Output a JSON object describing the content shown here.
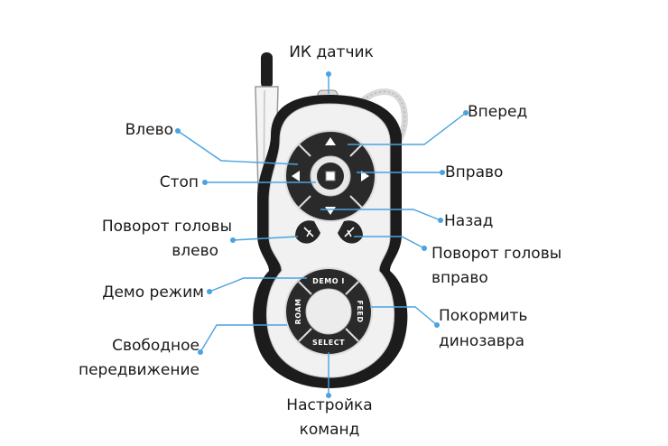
{
  "labels": {
    "ir_sensor": "ИК датчик",
    "left": "Влево",
    "forward": "Вперед",
    "stop": "Стоп",
    "right": "Вправо",
    "back": "Назад",
    "head_left_1": "Поворот головы",
    "head_left_2": "влево",
    "head_right_1": "Поворот головы",
    "head_right_2": "вправо",
    "demo_mode": "Демо режим",
    "feed_1": "Покормить",
    "feed_2": "динозавра",
    "free_move_1": "Свободное",
    "free_move_2": "передвижение",
    "setup_1": "Настройка",
    "setup_2": "команд"
  },
  "buttons": {
    "demo": "DEMO I",
    "roam": "ROAM",
    "feed": "FEED",
    "select": "SELECT"
  },
  "colors": {
    "leader": "#4aa3df",
    "body_dark": "#1c1c1c",
    "body_light": "#f2f2f2",
    "text": "#1a1a1a"
  }
}
